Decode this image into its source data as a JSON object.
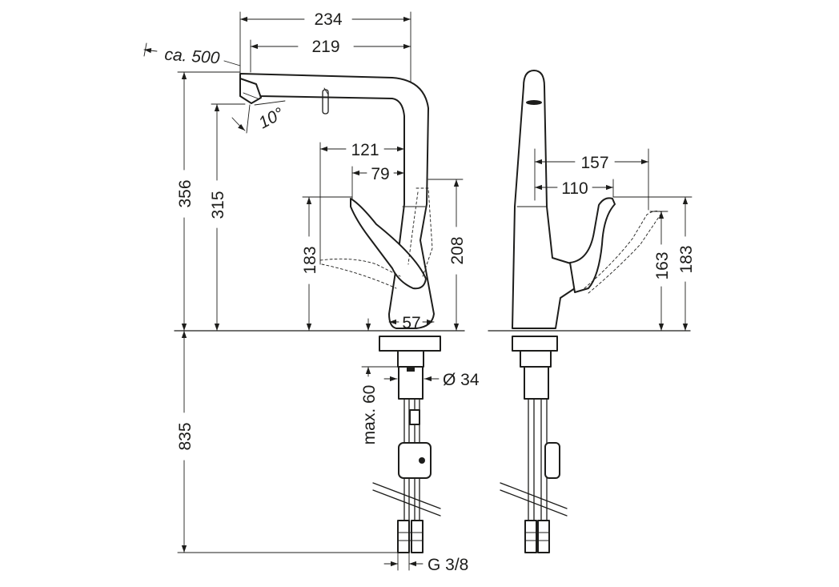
{
  "drawing": {
    "front_view": {
      "dim_total_reach": "234",
      "dim_spout_reach": "219",
      "dim_pullout": "ca. 500",
      "dim_angle": "10°",
      "dim_height_total": "356",
      "dim_outlet_height": "315",
      "dim_lever_reach": "121",
      "dim_lever_reach_inner": "79",
      "dim_lever_height": "183",
      "dim_lever_swing_height": "208",
      "dim_base_diameter": "57",
      "dim_hole_diameter": "Ø 34",
      "dim_max_thickness": "max. 60",
      "dim_hose_length": "835",
      "dim_connection": "G 3/8"
    },
    "side_view": {
      "dim_lever_reach": "157",
      "dim_lever_reach_inner": "110",
      "dim_lever_height_inner": "163",
      "dim_lever_height": "183"
    }
  }
}
